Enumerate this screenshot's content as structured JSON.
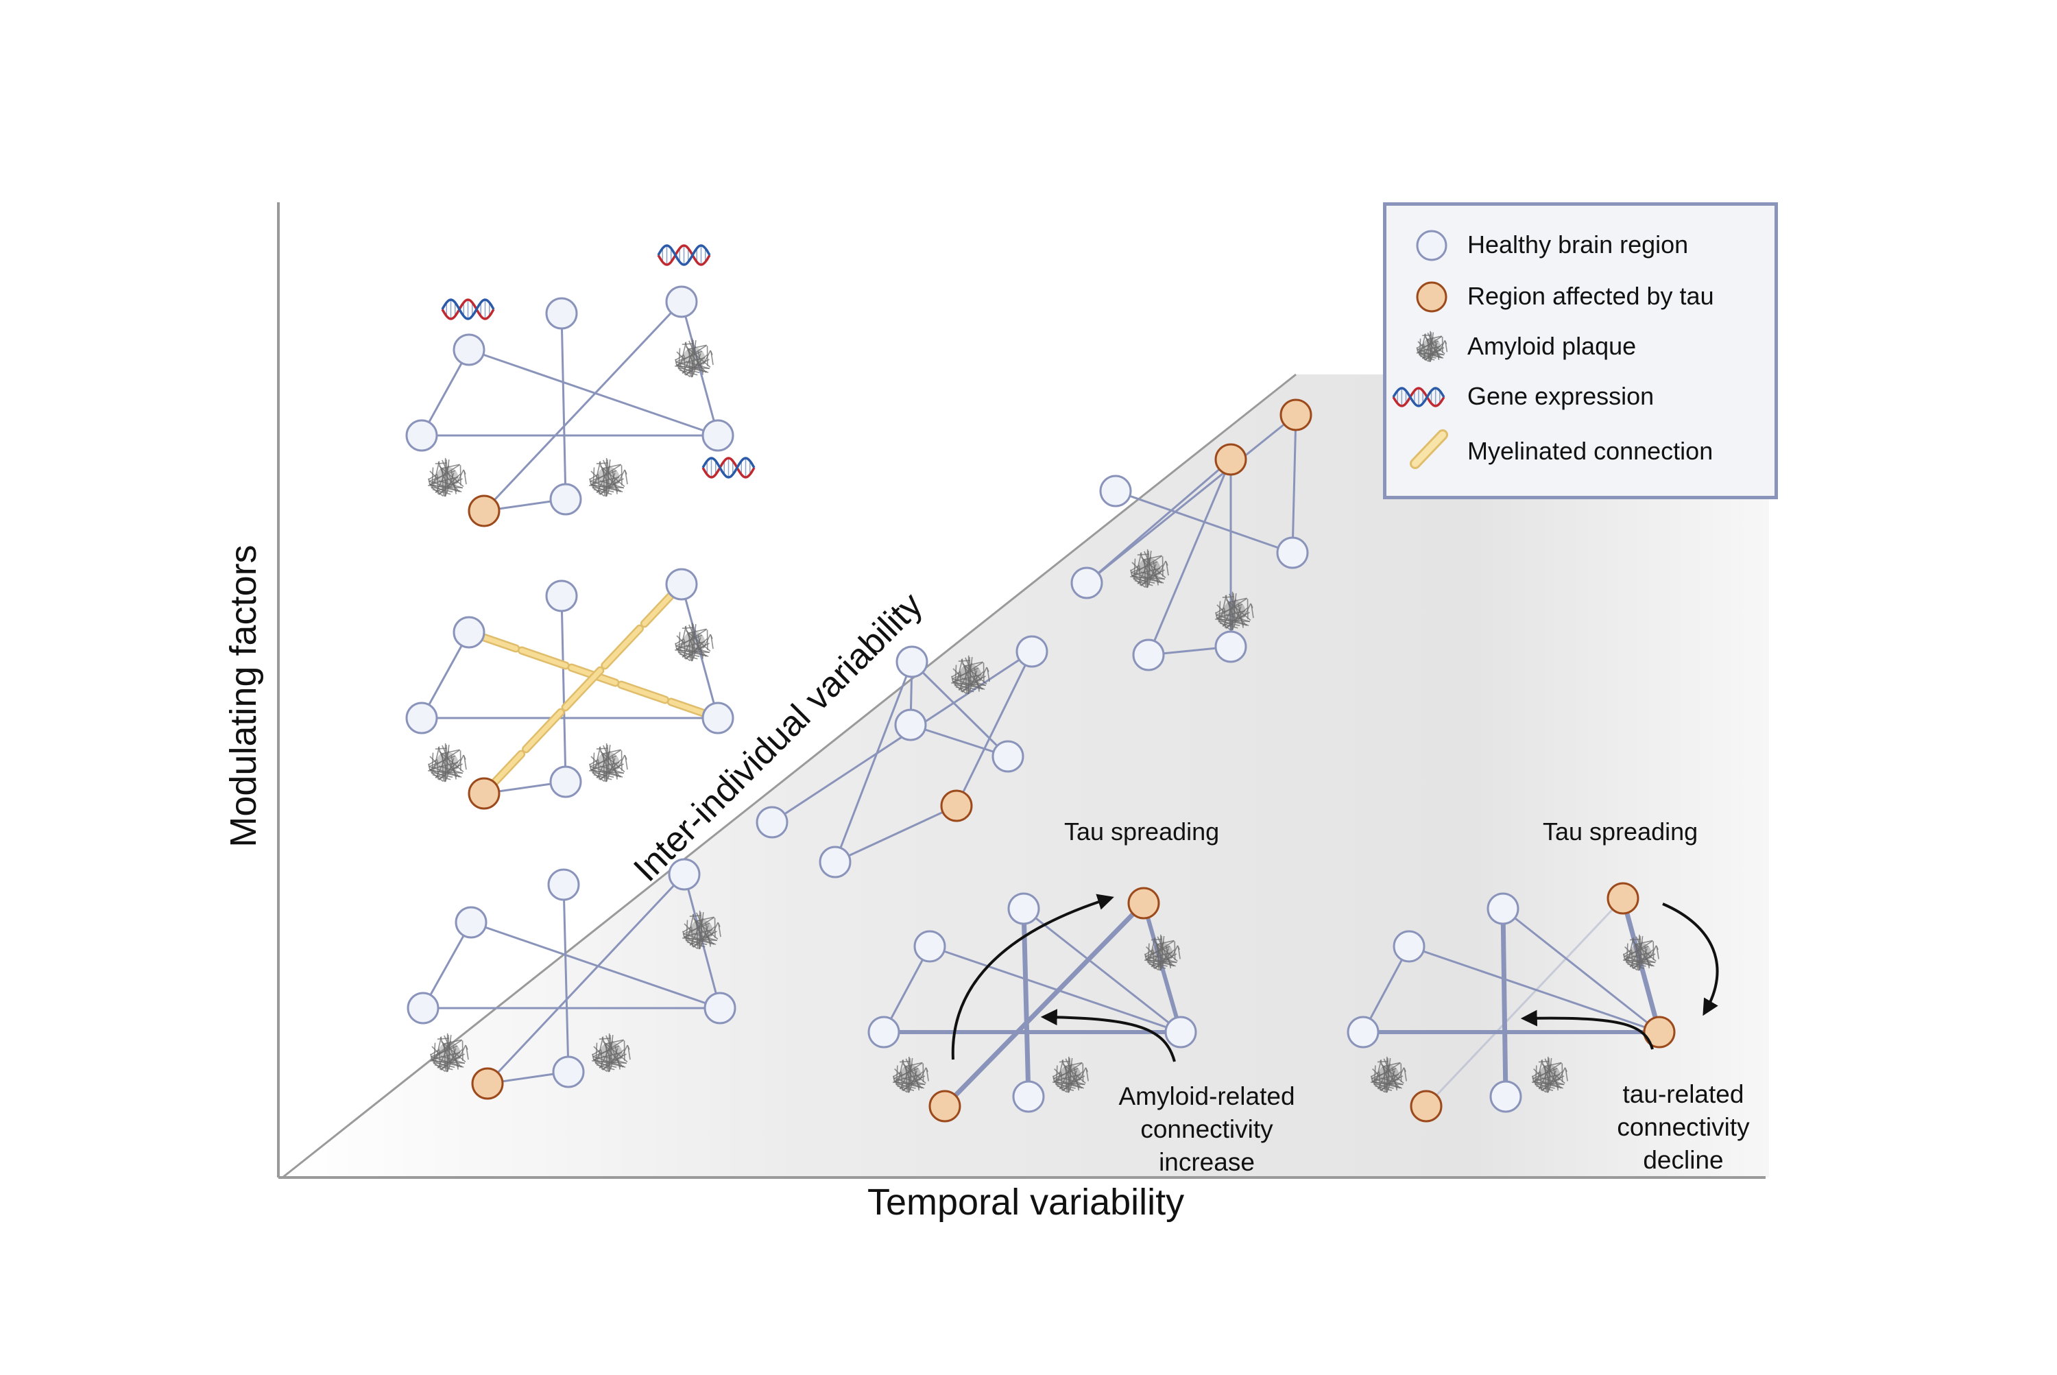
{
  "axes": {
    "x_label": "Temporal variability",
    "y_label": "Modulating factors",
    "diagonal_label": "Inter-individual variability"
  },
  "panels": {
    "amyloid_panel": {
      "title": "Tau spreading",
      "note": "Amyloid-related connectivity increase"
    },
    "tau_panel": {
      "title": "Tau spreading",
      "note": "tau-related connectivity decline"
    }
  },
  "legend": {
    "items": [
      {
        "label": "Healthy brain region",
        "icon": "healthy-node-icon"
      },
      {
        "label": "Region affected by tau",
        "icon": "tau-node-icon"
      },
      {
        "label": "Amyloid plaque",
        "icon": "amyloid-plaque-icon"
      },
      {
        "label": "Gene expression",
        "icon": "dna-helix-icon"
      },
      {
        "label": "Myelinated connection",
        "icon": "myelin-icon"
      }
    ]
  },
  "colors": {
    "node_healthy_fill": "#f1f3fb",
    "node_healthy_stroke": "#8a94bb",
    "node_tau_fill": "#f2cfa8",
    "node_tau_stroke": "#9c4a1c",
    "edge": "#8a94bb",
    "myelin_fill": "#f6dc94",
    "plaque": "#6a6a6a",
    "dna_red": "#c0292f",
    "dna_blue": "#2a5aa8"
  }
}
